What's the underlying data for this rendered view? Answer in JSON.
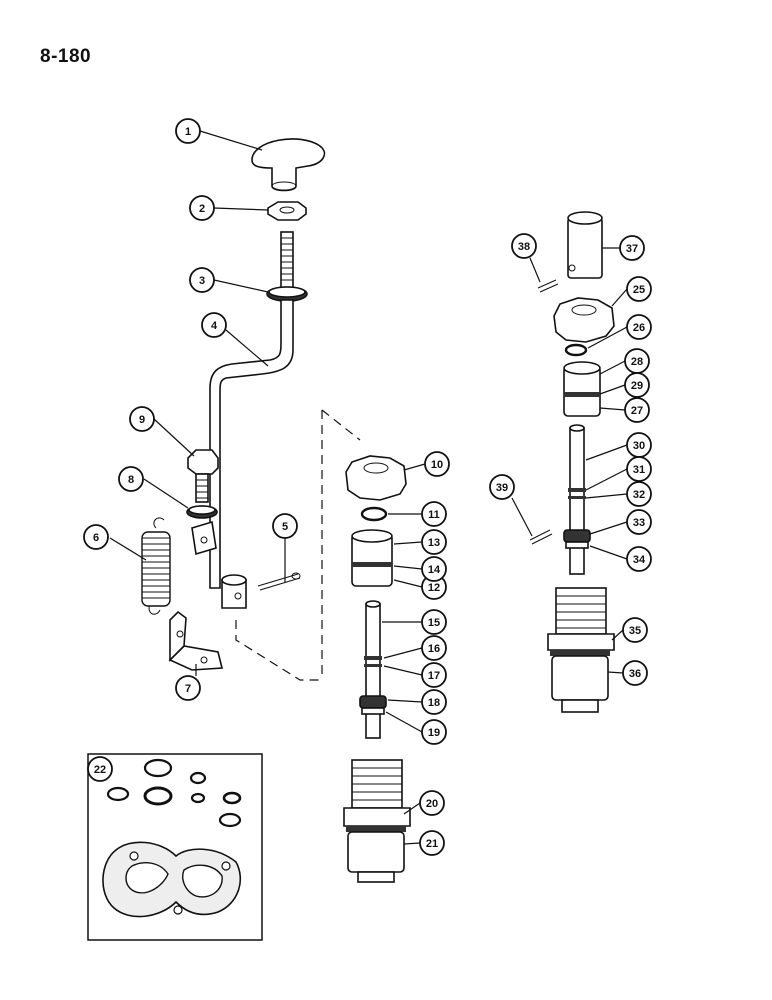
{
  "page": {
    "label": "8-180"
  },
  "callouts": [
    {
      "id": "c1",
      "label": "1"
    },
    {
      "id": "c2",
      "label": "2"
    },
    {
      "id": "c3",
      "label": "3"
    },
    {
      "id": "c4",
      "label": "4"
    },
    {
      "id": "c5",
      "label": "5"
    },
    {
      "id": "c6",
      "label": "6"
    },
    {
      "id": "c7",
      "label": "7"
    },
    {
      "id": "c8",
      "label": "8"
    },
    {
      "id": "c9",
      "label": "9"
    },
    {
      "id": "c10",
      "label": "10"
    },
    {
      "id": "c11",
      "label": "11"
    },
    {
      "id": "c12",
      "label": "12"
    },
    {
      "id": "c13",
      "label": "13"
    },
    {
      "id": "c14",
      "label": "14"
    },
    {
      "id": "c15",
      "label": "15"
    },
    {
      "id": "c16",
      "label": "16"
    },
    {
      "id": "c17",
      "label": "17"
    },
    {
      "id": "c18",
      "label": "18"
    },
    {
      "id": "c19",
      "label": "19"
    },
    {
      "id": "c20",
      "label": "20"
    },
    {
      "id": "c21",
      "label": "21"
    },
    {
      "id": "c22",
      "label": "22"
    },
    {
      "id": "c25",
      "label": "25"
    },
    {
      "id": "c26",
      "label": "26"
    },
    {
      "id": "c27",
      "label": "27"
    },
    {
      "id": "c28",
      "label": "28"
    },
    {
      "id": "c29",
      "label": "29"
    },
    {
      "id": "c30",
      "label": "30"
    },
    {
      "id": "c31",
      "label": "31"
    },
    {
      "id": "c32",
      "label": "32"
    },
    {
      "id": "c33",
      "label": "33"
    },
    {
      "id": "c34",
      "label": "34"
    },
    {
      "id": "c35",
      "label": "35"
    },
    {
      "id": "c36",
      "label": "36"
    },
    {
      "id": "c37",
      "label": "37"
    },
    {
      "id": "c38",
      "label": "38"
    },
    {
      "id": "c39",
      "label": "39"
    }
  ]
}
